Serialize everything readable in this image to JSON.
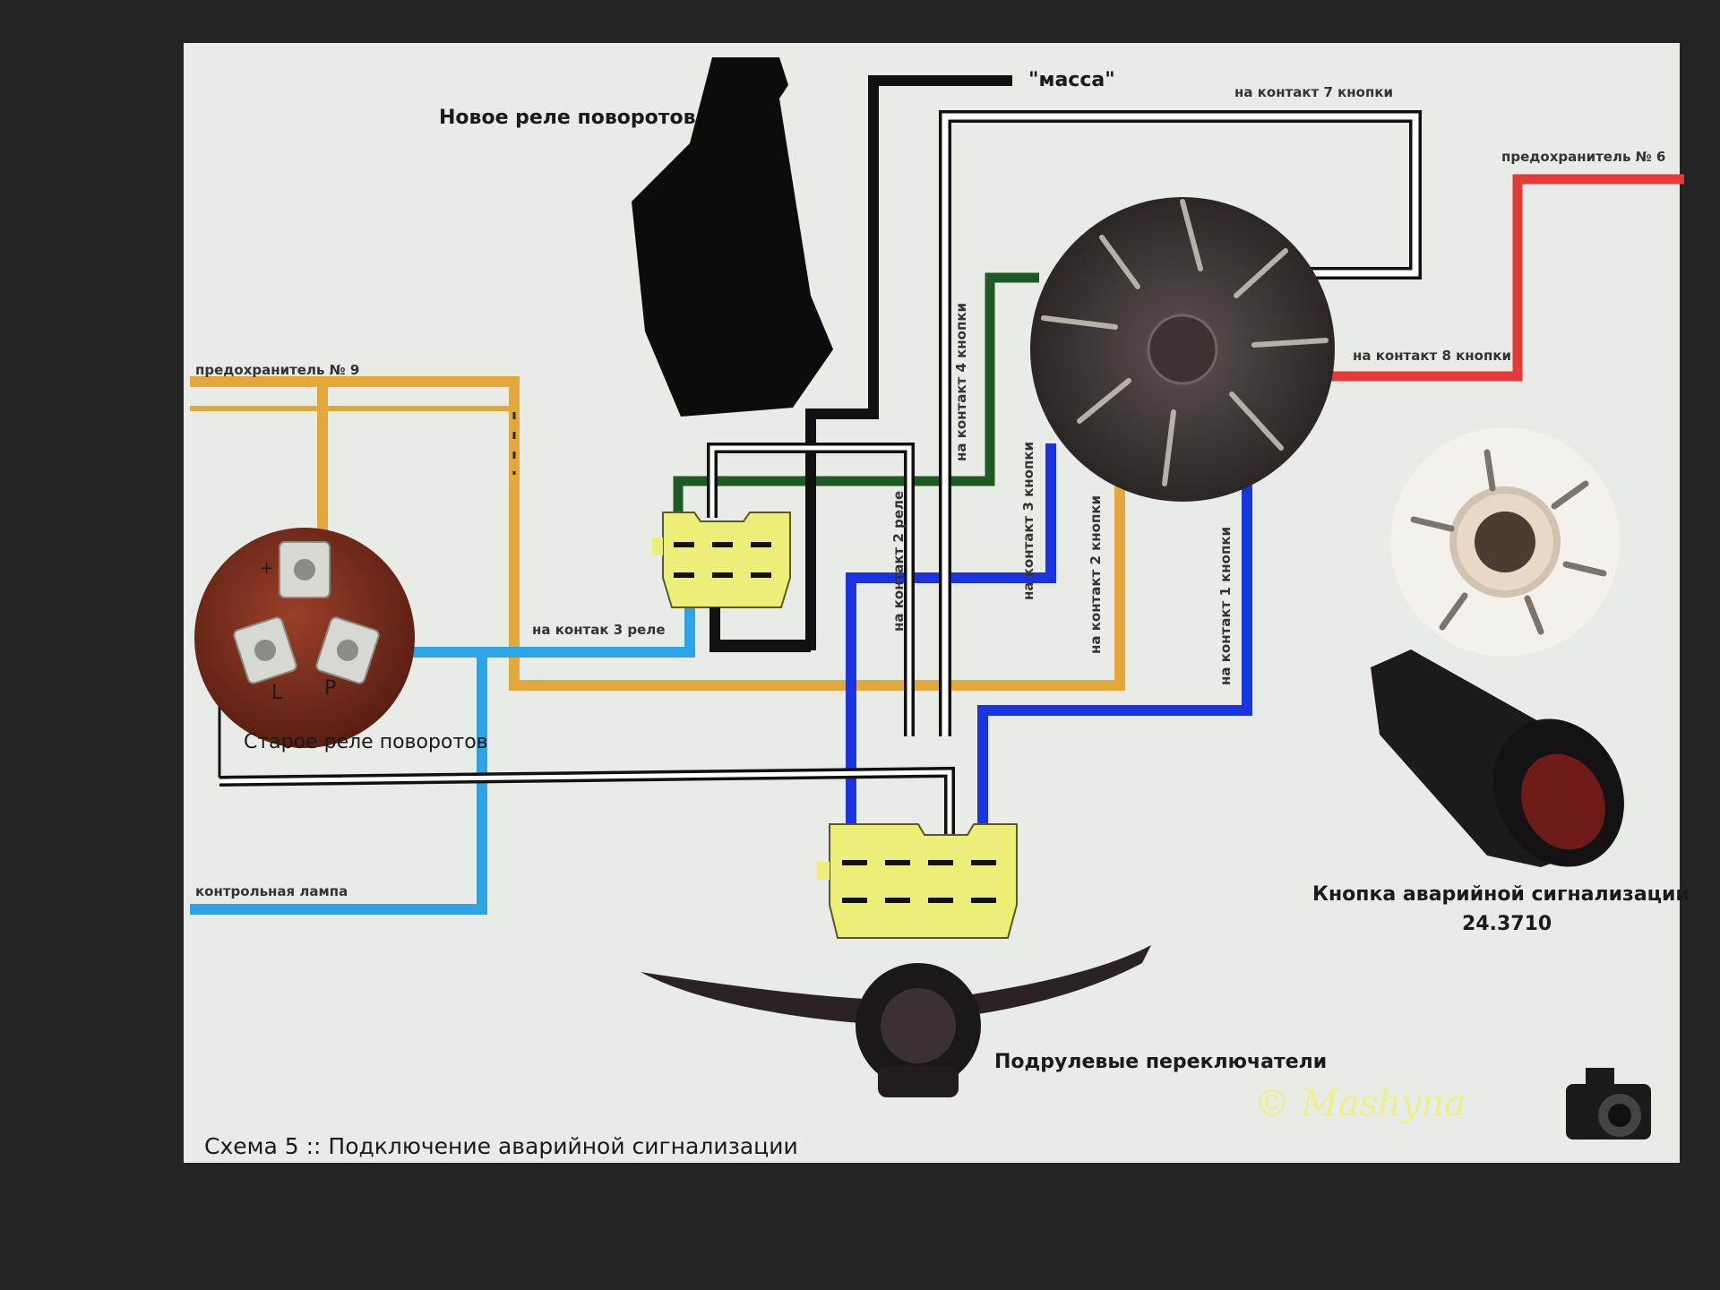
{
  "labels": {
    "new_relay": "Новое реле поворотов",
    "mass": "\"масса\"",
    "btn_contact7": "на контакт 7 кнопки",
    "fuse6": "предохранитель № 6",
    "btn_contact8": "на контакт 8 кнопки",
    "fuse9": "предохранитель № 9",
    "btn_contact4": "на контакт 4 кнопки",
    "btn_contact3": "на контакт 3 кнопки",
    "relay_contact2": "на контакт 2 реле",
    "btn_contact2": "на контакт 2 кнопки",
    "btn_contact1": "на контакт 1 кнопки",
    "relay_contact3": "на контак 3 реле",
    "old_relay": "Старое реле поворотов",
    "control_lamp": "контрольная лампа",
    "hazard_button": "Кнопка аварийной сигнализации",
    "hazard_button_model": "24.3710",
    "column_switches": "Подрулевые переключатели",
    "caption": "Схема 5 :: Подключение аварийной сигнализации",
    "relay_pin_plus": "+",
    "relay_pin_l": "L",
    "relay_pin_p": "P",
    "watermark": "© Mashyna"
  },
  "colors": {
    "background": "#242424",
    "panel": "#e9ebe6",
    "wire_black": "#111111",
    "wire_white": "#ffffff",
    "wire_green": "#1f5a24",
    "wire_blue": "#1a35e0",
    "wire_lightblue": "#2ea3e6",
    "wire_orange": "#e3a83a",
    "wire_red": "#e53a3a",
    "connector_yellow": "#ecee78",
    "relay_brown": "#7a2d1c"
  },
  "icons": [
    "camera-icon"
  ]
}
